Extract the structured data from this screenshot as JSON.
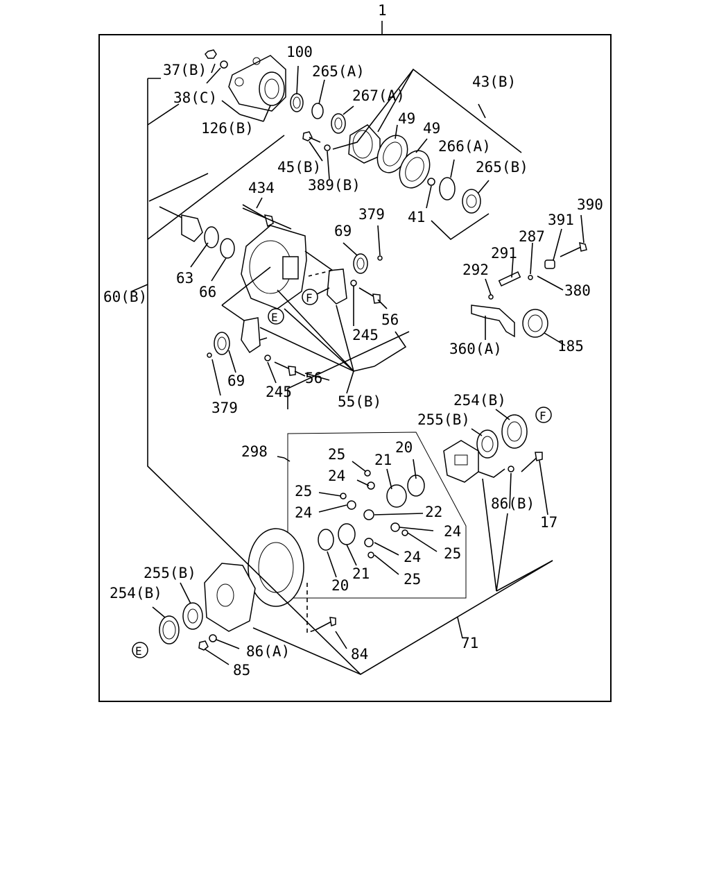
{
  "labels": {
    "assembly": "1",
    "l37b": "37(B)",
    "l38c": "38(C)",
    "l126b": "126(B)",
    "l100": "100",
    "l265a": "265(A)",
    "l267a": "267(A)",
    "l43b": "43(B)",
    "l49a": "49",
    "l49b": "49",
    "l266a": "266(A)",
    "l265b": "265(B)",
    "l45b": "45(B)",
    "l389b": "389(B)",
    "l41": "41",
    "l434": "434",
    "l379a": "379",
    "l69a": "69",
    "l63": "63",
    "l66": "66",
    "l60b": "60(B)",
    "l56a": "56",
    "l245a": "245",
    "l69b": "69",
    "l379b": "379",
    "l56b": "56",
    "l245b": "245",
    "l55b": "55(B)",
    "l390": "390",
    "l391": "391",
    "l287": "287",
    "l291": "291",
    "l292": "292",
    "l380": "380",
    "l360a": "360(A)",
    "l185": "185",
    "l254b_top": "254(B)",
    "l255b_top": "255(B)",
    "l298": "298",
    "l25a": "25",
    "l20a": "20",
    "l21a": "21",
    "l24a": "24",
    "l25b": "25",
    "l24b": "24",
    "l22": "22",
    "l24c": "24",
    "l25c": "25",
    "l24d": "24",
    "l20b": "20",
    "l21b": "21",
    "l25d": "25",
    "l86b": "86(B)",
    "l17": "17",
    "l255b_bot": "255(B)",
    "l254b_bot": "254(B)",
    "l86a": "86(A)",
    "l85": "85",
    "l84": "84",
    "l71": "71"
  },
  "callouts": {
    "e1": "E",
    "f1": "F",
    "f2": "F",
    "e2": "E"
  }
}
